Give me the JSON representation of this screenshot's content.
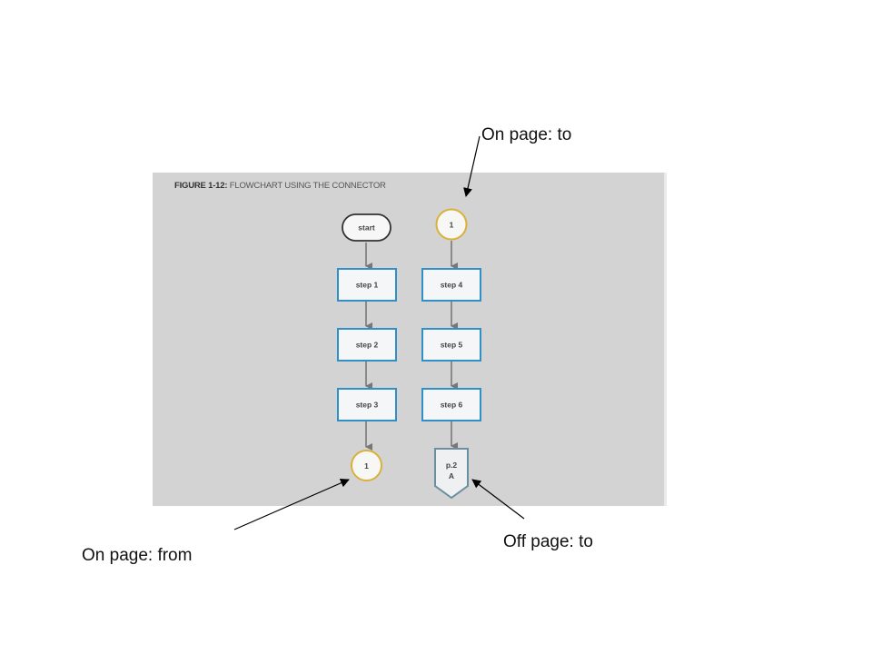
{
  "figure": {
    "number": "FIGURE 1-12:",
    "caption": "FLOWCHART USING THE CONNECTOR"
  },
  "nodes": {
    "start": "start",
    "step1": "step 1",
    "step2": "step 2",
    "step3": "step 3",
    "connector_from": "1",
    "connector_to": "1",
    "step4": "step 4",
    "step5": "step 5",
    "step6": "step 6",
    "offpage_line1": "p.2",
    "offpage_line2": "A"
  },
  "callouts": {
    "on_page_to": "On page: to",
    "on_page_from": "On page: from",
    "off_page_to": "Off page: to"
  },
  "colors": {
    "panel": "#d3d3d3",
    "process_border": "#2f8fc6",
    "connector_border": "#d9b13a",
    "offpage_border": "#6a8fa0"
  }
}
